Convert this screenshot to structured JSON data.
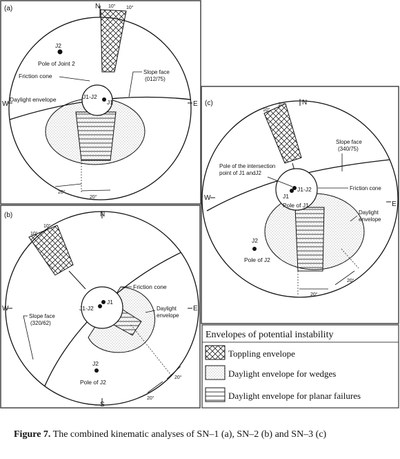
{
  "panel_a": {
    "tag": "(a)",
    "north": "N",
    "west": "W",
    "east": "E",
    "angle_top_1": "10°",
    "angle_top_2": "10°",
    "angle_bottom_1": "20°",
    "angle_bottom_2": "20°",
    "j2": "J2",
    "pole_j2": "Pole of Joint 2",
    "friction_cone": "Friction cone",
    "slope_face": "Slope face",
    "slope_face_val": "(012/75)",
    "daylight": "Daylight envelope",
    "j1j2": "J1-J2",
    "j1": "J1"
  },
  "panel_b": {
    "tag": "(b)",
    "north": "N",
    "south": "S",
    "west": "W",
    "east": "E",
    "angle_top_1": "10°",
    "angle_top_2": "10°",
    "angle_bottom_1": "20°",
    "angle_bottom_2": "20°",
    "friction_cone": "Friction cone",
    "j1": "J1",
    "j1j2": "J1-J2",
    "daylight_1": "Daylight",
    "daylight_2": "envelope",
    "slope_face": "Slope face",
    "slope_face_val": "(320/62)",
    "j2": "J2",
    "pole_j2": "Pole of J2"
  },
  "panel_c": {
    "tag": "(c)",
    "north": "N",
    "west": "W",
    "east": "E",
    "angle_top_1": "10°",
    "angle_top_2": "10°",
    "angle_bottom_1": "20°",
    "angle_bottom_2": "20°",
    "slope_face": "Slope face",
    "slope_face_val": "(340/75)",
    "pole_int_1": "Pole of the intersection",
    "pole_int_2": "point of J1 andJ2",
    "j1j2": "J1-J2",
    "j1": "J1",
    "friction_cone": "Friction cone",
    "pole_j1": "Pole of J1",
    "daylight_1": "Daylight",
    "daylight_2": "envelope",
    "j2": "J2",
    "pole_j2": "Pole of J2"
  },
  "legend": {
    "title": "Envelopes of potential instability",
    "toppling": "Toppling envelope",
    "wedges": "Daylight envelope for wedges",
    "planar": "Daylight envelope for planar failures"
  },
  "caption": {
    "bold": "Figure 7.",
    "text": " The combined kinematic analyses of SN–1 (a), SN–2 (b) and SN–3 (c)"
  }
}
